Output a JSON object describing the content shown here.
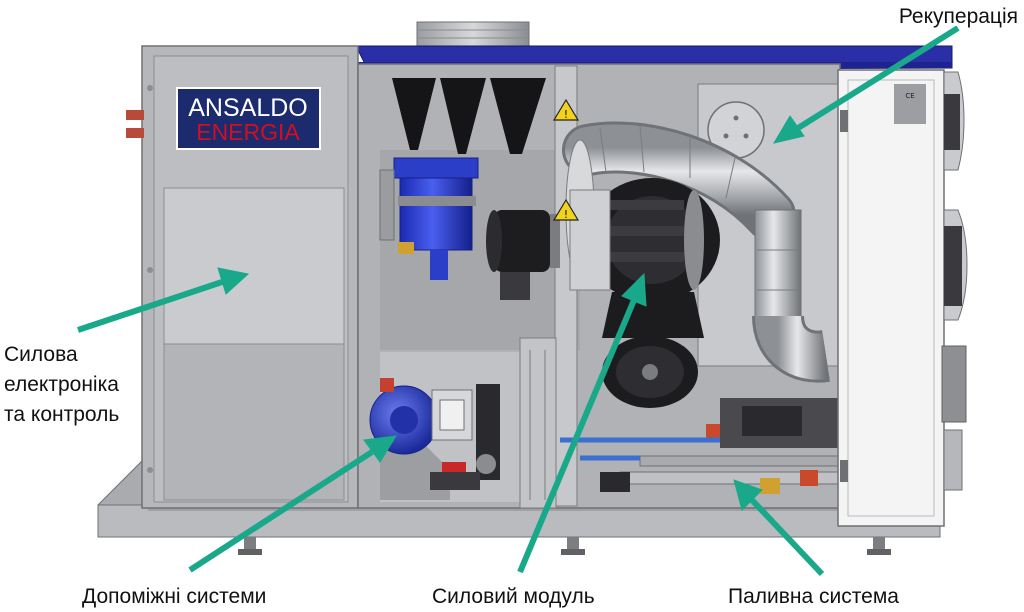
{
  "brand": {
    "line1": "ANSALDO",
    "line2": "ENERGIA",
    "color_line1": "#ffffff",
    "color_line2": "#d01020"
  },
  "labels": {
    "recuperation": "Рекуперація",
    "power_electronics": [
      "Силова",
      "електроніка",
      "та контроль"
    ],
    "auxiliary": "Допоміжні системи",
    "power_module": "Силовий модуль",
    "fuel_system": "Паливна система"
  },
  "warning_icons": [
    "warning-icon",
    "warning-icon"
  ],
  "ce_mark": "CE",
  "colors": {
    "arrow": "#19a98a",
    "roof_blue": "#2a2fa8",
    "housing": "#b4b6ba",
    "pump_blue": "#2b40c8",
    "pipe_silver": "#bfc2c6",
    "turbine_black": "#1c1c1e"
  }
}
